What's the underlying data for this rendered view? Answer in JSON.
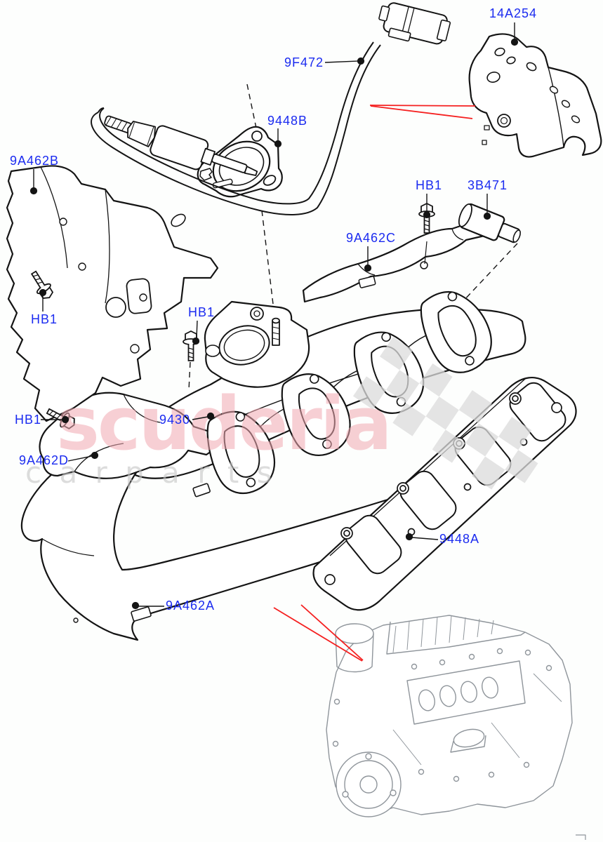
{
  "diagram": {
    "type": "exploded-parts-diagram",
    "subject": "exhaust-manifold-assembly",
    "labels": [
      {
        "text": "14A254"
      },
      {
        "text": "9F472"
      },
      {
        "text": "9448B"
      },
      {
        "text": "9A462B"
      },
      {
        "text": "HB1"
      },
      {
        "text": "3B471"
      },
      {
        "text": "9A462C"
      },
      {
        "text": "HB1"
      },
      {
        "text": "HB1"
      },
      {
        "text": "HB1"
      },
      {
        "text": "9430"
      },
      {
        "text": "9A462D"
      },
      {
        "text": "9448A"
      },
      {
        "text": "9A462A"
      }
    ],
    "watermark": {
      "brand": "scuderia",
      "sub": "c a r   p a r t s"
    },
    "colors": {
      "label_blue": "#1b2bf0",
      "line_black": "#141414",
      "red_accent": "#f52020",
      "watermark_pink": "#f2a9b2",
      "watermark_gray": "#c6c6c6",
      "engine_gray": "#8f959b",
      "background": "#ffffff"
    }
  }
}
